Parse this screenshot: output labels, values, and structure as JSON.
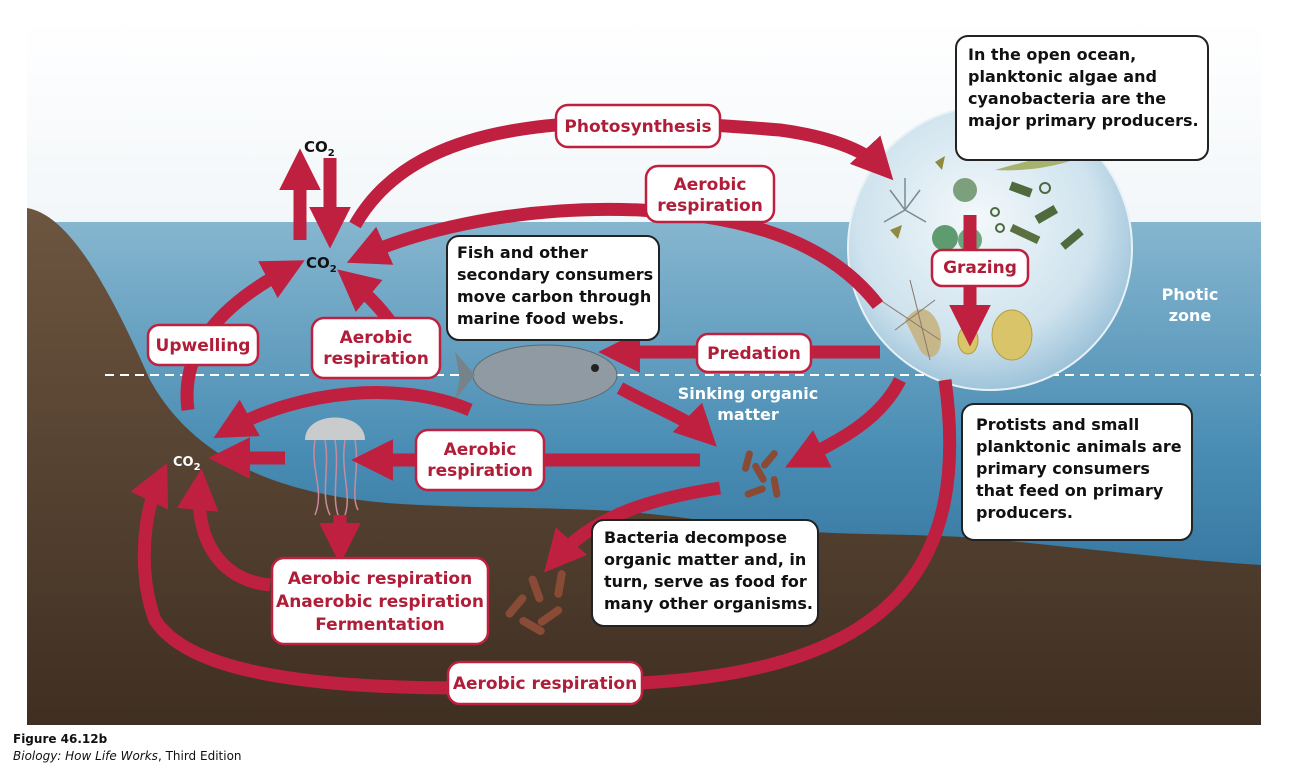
{
  "labels": {
    "photosynthesis": "Photosynthesis",
    "aerobic_top": [
      "Aerobic",
      "respiration"
    ],
    "grazing": "Grazing",
    "upwelling": "Upwelling",
    "aerobic_left": [
      "Aerobic",
      "respiration"
    ],
    "predation": "Predation",
    "aerobic_mid": [
      "Aerobic",
      "respiration"
    ],
    "sediment_processes": [
      "Aerobic respiration",
      "Anaerobic respiration",
      "Fermentation"
    ],
    "aerobic_bottom": "Aerobic respiration"
  },
  "co2": {
    "main": "CO",
    "sub": "2"
  },
  "notes": {
    "producers": [
      "In the open ocean,",
      "planktonic algae and",
      "cyanobacteria are the",
      "major primary producers."
    ],
    "fish": [
      "Fish and other",
      "secondary consumers",
      "move carbon through",
      "marine food webs."
    ],
    "consumers": [
      "Protists and small",
      "planktonic animals are",
      "primary consumers",
      "that feed on primary",
      "producers."
    ],
    "bacteria": [
      "Bacteria decompose",
      "organic matter and, in",
      "turn, serve as food for",
      "many other organisms."
    ]
  },
  "zone_label": [
    "Photic",
    "zone"
  ],
  "sinking_label": [
    "Sinking organic",
    "matter"
  ],
  "caption": {
    "figure": "Figure 46.12b",
    "book_title": "Biology: How Life Works",
    "book_edition": ", Third Edition"
  },
  "colors": {
    "arrow": "#c0203f",
    "label_text": "#b01d38",
    "sky": "#e6eef3",
    "water": "#4b8fb5",
    "seabed": "#5b4634"
  }
}
